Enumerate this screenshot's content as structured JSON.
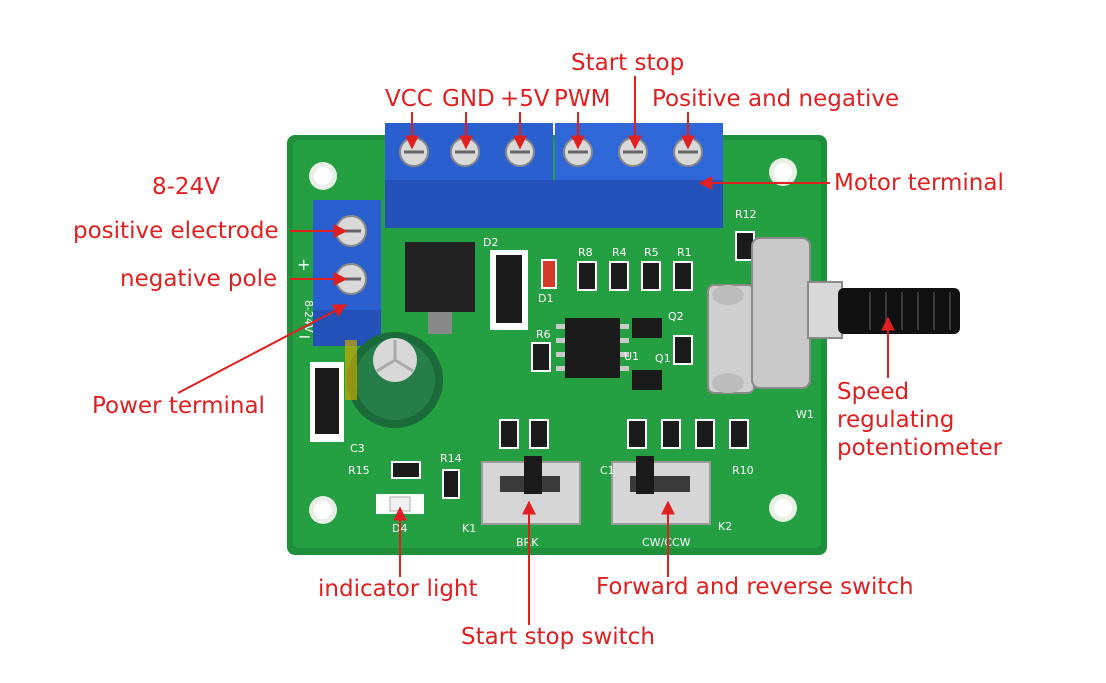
{
  "labels": {
    "vcc": "VCC",
    "gnd": "GND",
    "plus5v": "+5V",
    "pwm": "PWM",
    "start_stop": "Start stop",
    "positive_negative": "Positive and negative",
    "voltage_range": "8-24V",
    "positive_electrode": "positive electrode",
    "negative_pole": "negative pole",
    "motor_terminal": "Motor terminal",
    "power_terminal": "Power terminal",
    "speed_line1": "Speed",
    "speed_line2": "regulating",
    "speed_line3": "potentiometer",
    "indicator_light": "indicator light",
    "forward_reverse_switch": "Forward and reverse switch",
    "start_stop_switch": "Start stop switch"
  },
  "board_silkscreen": {
    "r12": "R12",
    "d2": "D2",
    "r8": "R8",
    "r4": "R4",
    "r5": "R5",
    "r1": "R1",
    "d1": "D1",
    "r6": "R6",
    "q2": "Q2",
    "u1": "U1",
    "q1": "Q1",
    "w1": "W1",
    "c3": "C3",
    "r15": "R15",
    "r14": "R14",
    "d4": "D4",
    "k1": "K1",
    "k2": "K2",
    "brk": "BRK",
    "cwccw": "CW/CCW",
    "r10": "R10",
    "c1": "C1",
    "input_voltage": "8-24V",
    "plus": "+",
    "minus": "−"
  },
  "colors": {
    "annotation": "#e02020",
    "pcb": "#1f9a3e",
    "terminal": "#2a5fcf",
    "knob": "#111111"
  }
}
